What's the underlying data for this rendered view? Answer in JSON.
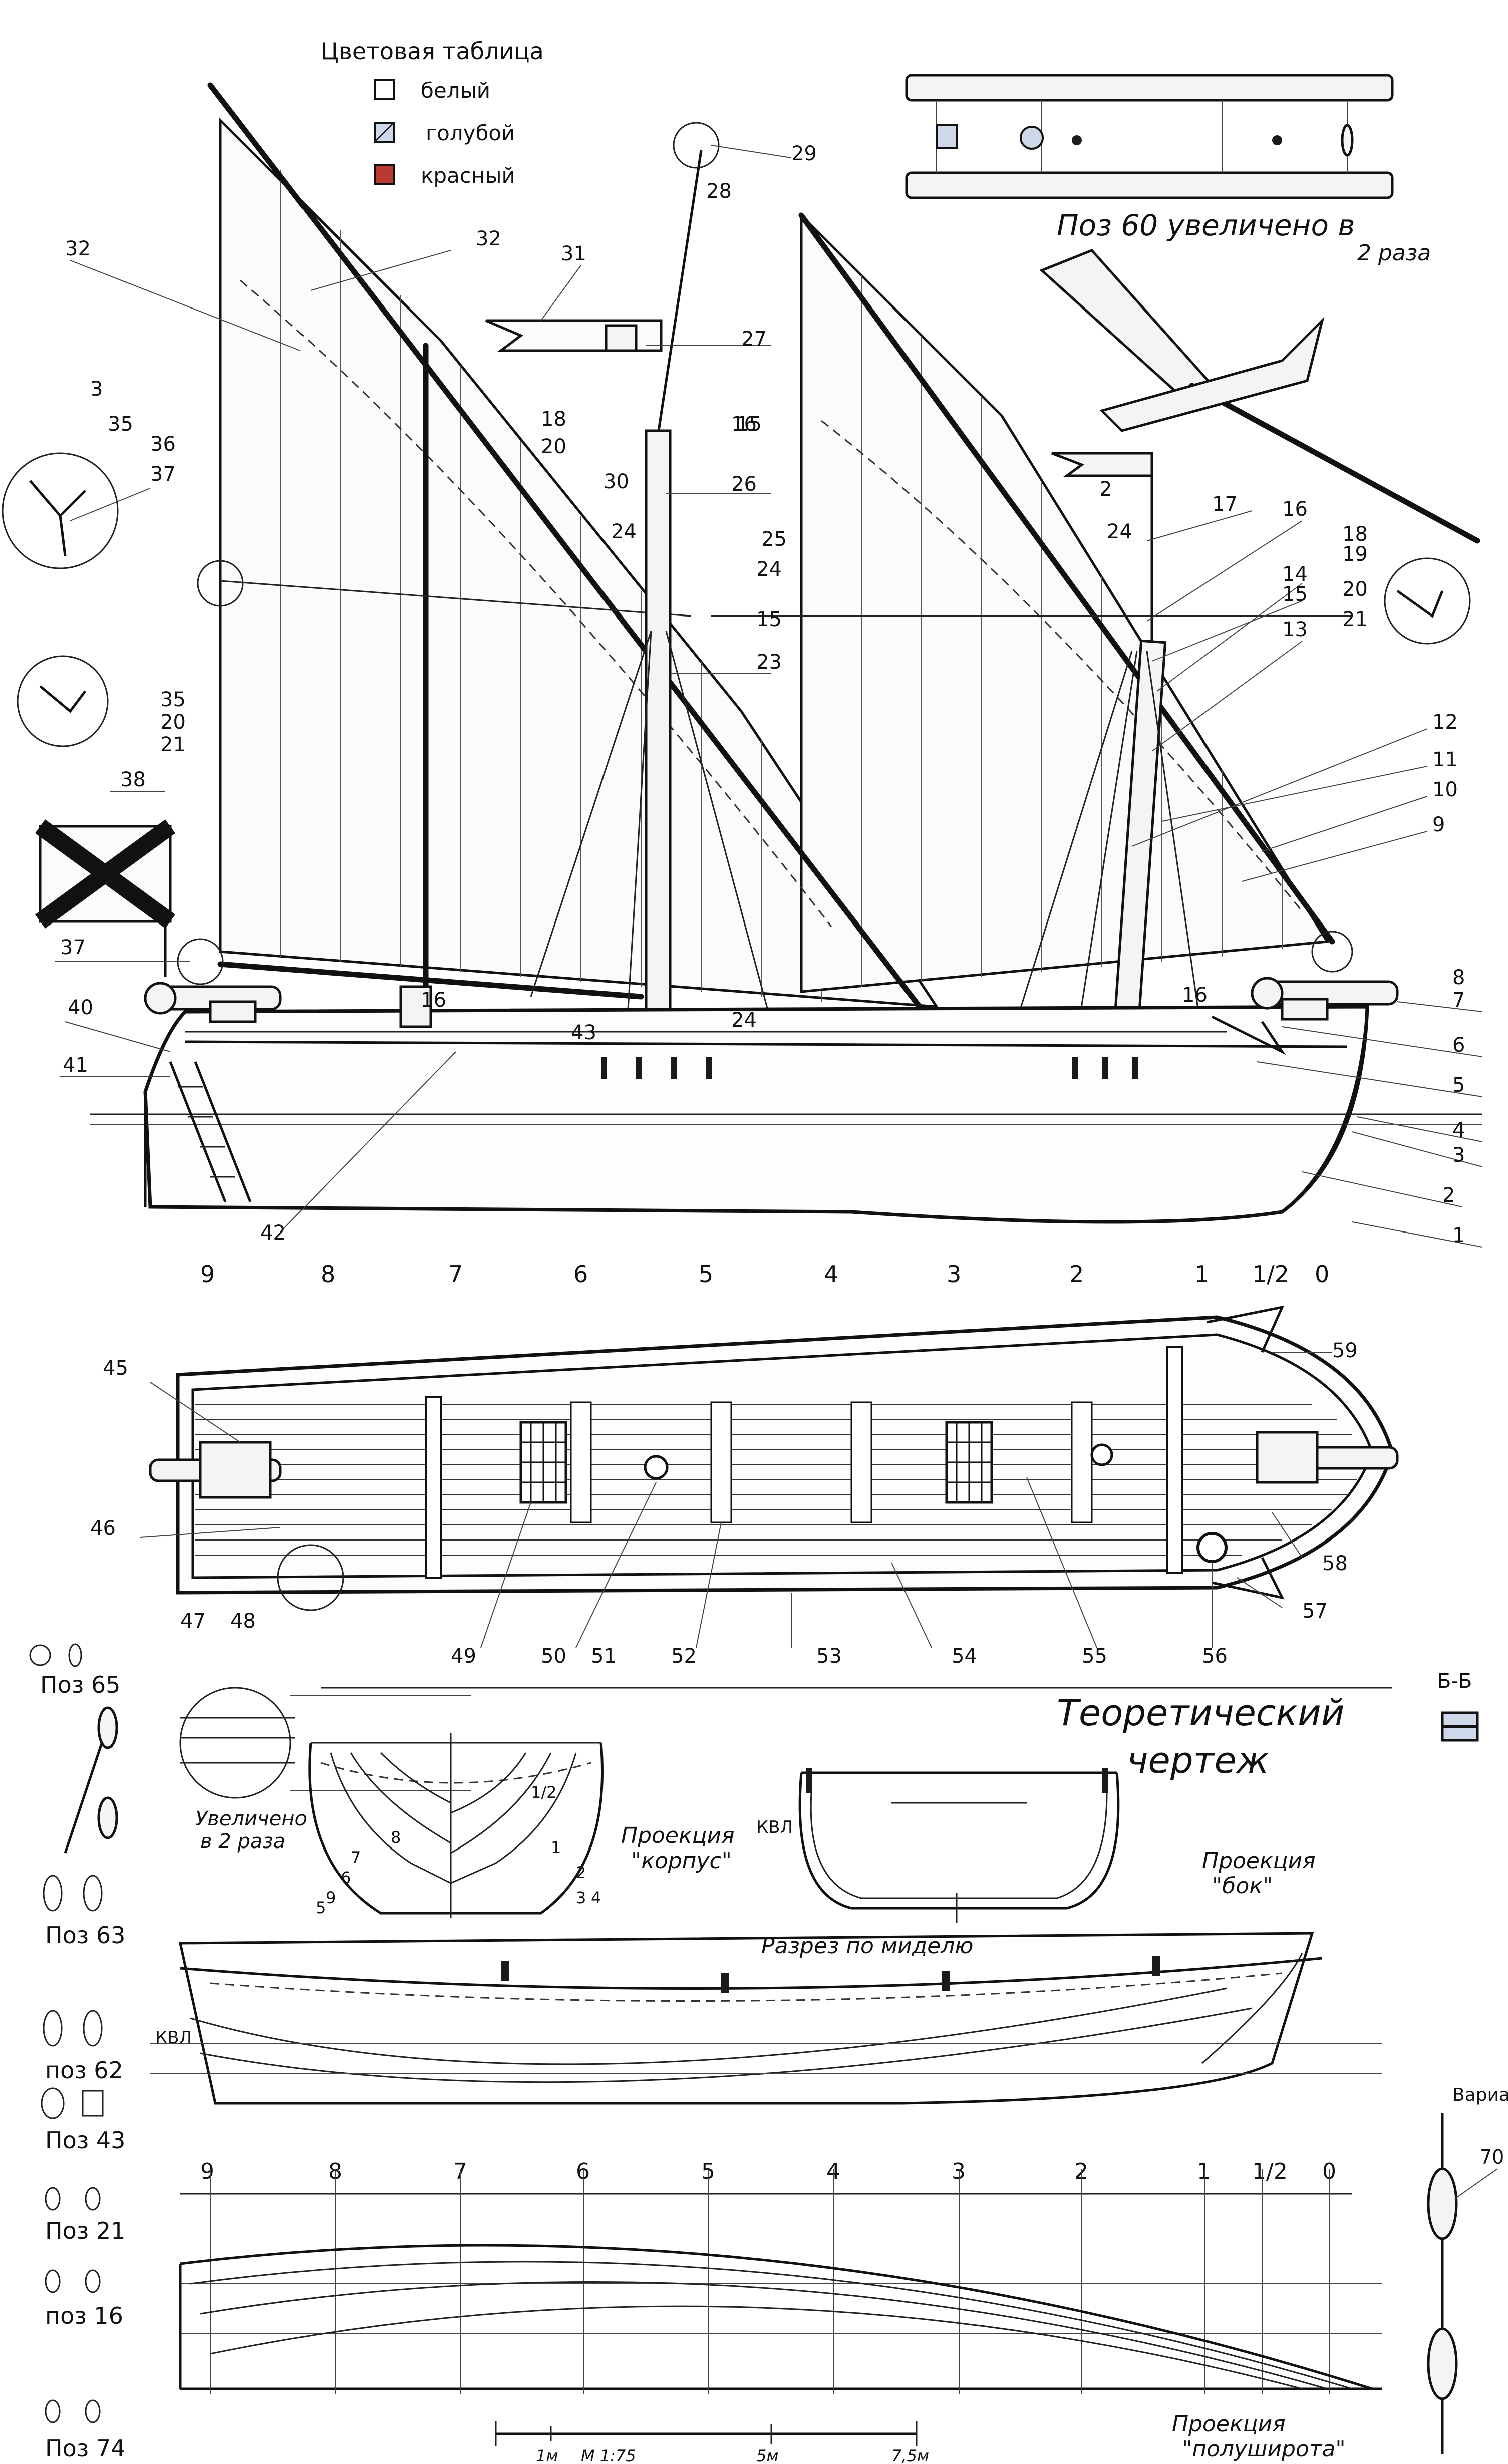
{
  "colors": {
    "white": "#ffffff",
    "blue": "#cfd8ea",
    "red": "#b83a32",
    "ink": "#111111"
  },
  "legend": {
    "title": "Цветовая таблица",
    "items": [
      {
        "label": "белый",
        "swatch": "white"
      },
      {
        "label": "голубой",
        "swatch": "blue"
      },
      {
        "label": "красный",
        "swatch": "red"
      }
    ]
  },
  "detail_60": {
    "caption_line1": "Поз 60  увеличено в",
    "caption_line2": "2 раза"
  },
  "detail_47": {
    "caption_line1": "Увеличено",
    "caption_line2": "в 2 раза"
  },
  "callouts": {
    "profile": [
      "1",
      "2",
      "3",
      "4",
      "5",
      "6",
      "7",
      "8",
      "9",
      "10",
      "11",
      "12",
      "13",
      "14",
      "15",
      "16",
      "17",
      "18",
      "19",
      "20",
      "21",
      "2",
      "16",
      "16",
      "15",
      "23",
      "24",
      "25",
      "26",
      "15",
      "27",
      "28",
      "29",
      "30",
      "31",
      "32",
      "32",
      "3",
      "35",
      "36",
      "37",
      "35",
      "20",
      "21",
      "38",
      "37",
      "40",
      "41",
      "42",
      "43",
      "24",
      "24",
      "16",
      "18",
      "20",
      "24"
    ],
    "plan": [
      "45",
      "46",
      "47",
      "48",
      "49",
      "50",
      "51",
      "52",
      "53",
      "54",
      "55",
      "56",
      "57",
      "58",
      "59"
    ]
  },
  "stations": [
    "9",
    "8",
    "7",
    "6",
    "5",
    "4",
    "3",
    "2",
    "1",
    "1/2",
    "0"
  ],
  "section_label": "Б-Б",
  "theoretical": {
    "title_line1": "Теоретический",
    "title_line2": "чертеж",
    "body_plan_label_line1": "Проекция",
    "body_plan_label_line2": "\"корпус\"",
    "body_plan_numbers": [
      "9",
      "8",
      "7",
      "6",
      "5",
      "1/2",
      "1",
      "2",
      "3",
      "4"
    ],
    "midship_label": "Разрез по миделю",
    "kvl": "КВЛ",
    "side_label_line1": "Проекция",
    "side_label_line2": "\"бок\"",
    "half_breadth_label_line1": "Проекция",
    "half_breadth_label_line2": "\"полуширота\""
  },
  "fittings": [
    {
      "label": "Поз 65"
    },
    {
      "label": "Поз 63"
    },
    {
      "label": "поз 62"
    },
    {
      "label": "Поз 43"
    },
    {
      "label": "Поз 21"
    },
    {
      "label": "поз 16"
    },
    {
      "label": "Поз 74"
    }
  ],
  "variant": {
    "label": "Вариан",
    "callout": "70"
  },
  "scale": {
    "ticks": [
      "1м",
      "М 1:75",
      "5м",
      "7,5м"
    ]
  }
}
